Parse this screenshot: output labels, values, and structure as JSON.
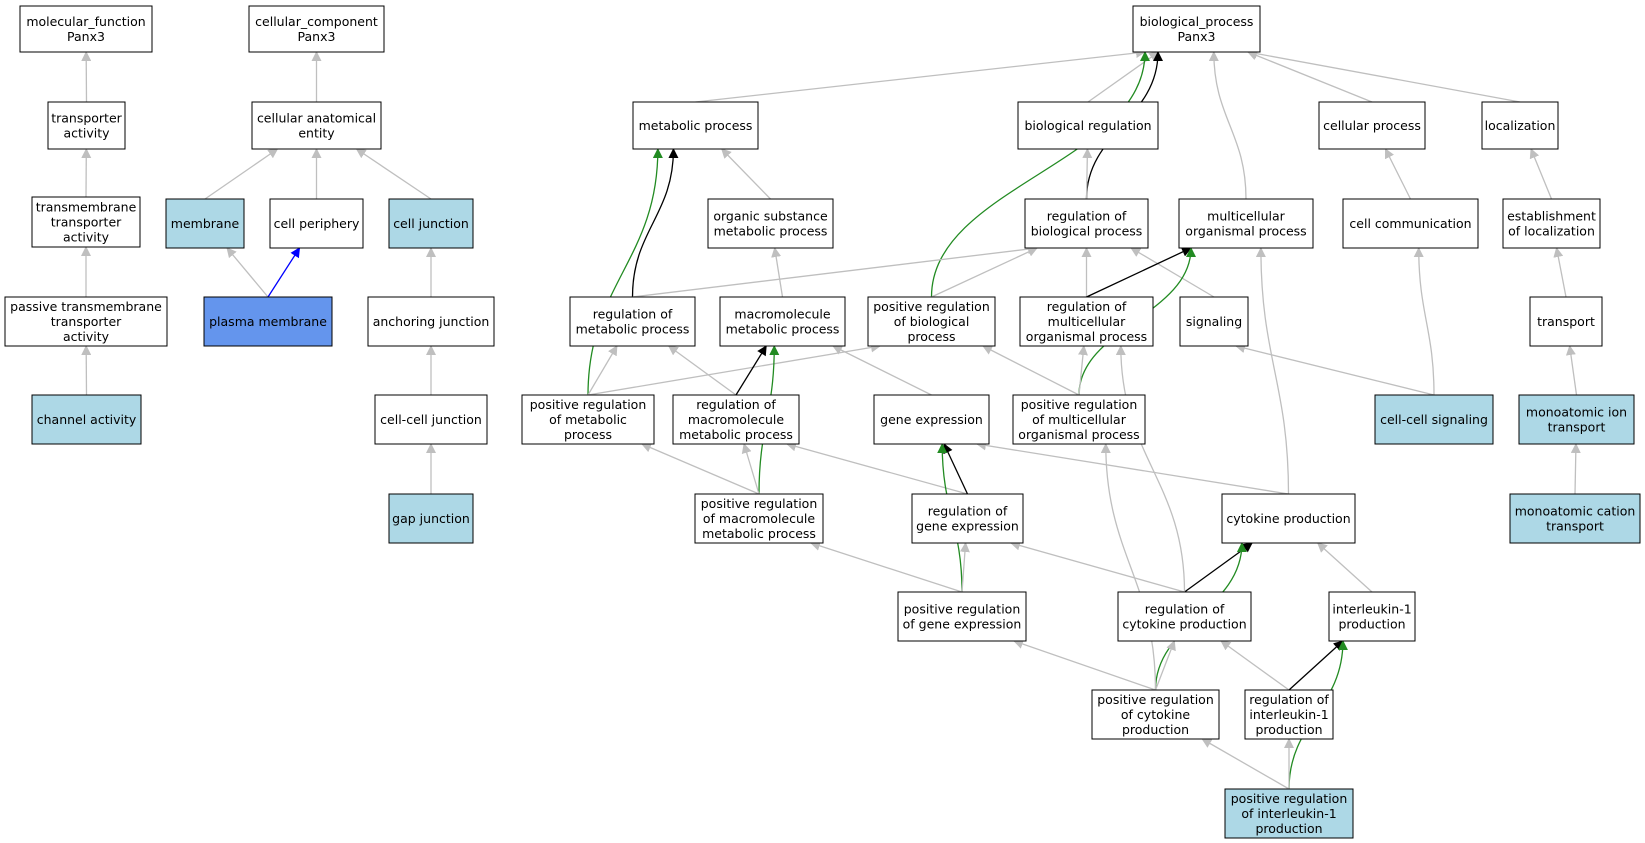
{
  "colors": {
    "default_fill": "#ffffff",
    "annotated_fill": "#add8e6",
    "selected_fill": "#6495ed",
    "is_a_edge": "#bfbfbf",
    "regulates_edge": "#000000",
    "positively_regulates_edge": "#228b22",
    "part_of_edge": "#0000ff"
  },
  "nodes": [
    {
      "id": "mf",
      "lines": [
        "molecular_function",
        "Panx3"
      ],
      "style": "default"
    },
    {
      "id": "cc",
      "lines": [
        "cellular_component",
        "Panx3"
      ],
      "style": "default"
    },
    {
      "id": "bp",
      "lines": [
        "biological_process",
        "Panx3"
      ],
      "style": "default"
    },
    {
      "id": "ta",
      "lines": [
        "transporter",
        "activity"
      ],
      "style": "default"
    },
    {
      "id": "cae",
      "lines": [
        "cellular anatomical",
        "entity"
      ],
      "style": "default"
    },
    {
      "id": "mp",
      "lines": [
        "metabolic process"
      ],
      "style": "default"
    },
    {
      "id": "br",
      "lines": [
        "biological regulation"
      ],
      "style": "default"
    },
    {
      "id": "cp",
      "lines": [
        "cellular process"
      ],
      "style": "default"
    },
    {
      "id": "loc",
      "lines": [
        "localization"
      ],
      "style": "default"
    },
    {
      "id": "tta",
      "lines": [
        "transmembrane",
        "transporter",
        "activity"
      ],
      "style": "default"
    },
    {
      "id": "mem",
      "lines": [
        "membrane"
      ],
      "style": "annotated"
    },
    {
      "id": "cper",
      "lines": [
        "cell periphery"
      ],
      "style": "default"
    },
    {
      "id": "cj",
      "lines": [
        "cell junction"
      ],
      "style": "annotated"
    },
    {
      "id": "osmp",
      "lines": [
        "organic substance",
        "metabolic process"
      ],
      "style": "default"
    },
    {
      "id": "rbp",
      "lines": [
        "regulation of",
        "biological process"
      ],
      "style": "default"
    },
    {
      "id": "mop",
      "lines": [
        "multicellular",
        "organismal process"
      ],
      "style": "default"
    },
    {
      "id": "cc2",
      "lines": [
        "cell communication"
      ],
      "style": "default"
    },
    {
      "id": "eol",
      "lines": [
        "establishment",
        "of localization"
      ],
      "style": "default"
    },
    {
      "id": "ptta",
      "lines": [
        "passive transmembrane",
        "transporter",
        "activity"
      ],
      "style": "default"
    },
    {
      "id": "pm",
      "lines": [
        "plasma membrane"
      ],
      "style": "selected"
    },
    {
      "id": "aj",
      "lines": [
        "anchoring junction"
      ],
      "style": "default"
    },
    {
      "id": "rmp",
      "lines": [
        "regulation of",
        "metabolic process"
      ],
      "style": "default"
    },
    {
      "id": "mmp",
      "lines": [
        "macromolecule",
        "metabolic process"
      ],
      "style": "default"
    },
    {
      "id": "prbp",
      "lines": [
        "positive regulation",
        "of biological",
        "process"
      ],
      "style": "default"
    },
    {
      "id": "rmop",
      "lines": [
        "regulation of",
        "multicellular",
        "organismal process"
      ],
      "style": "default"
    },
    {
      "id": "sig",
      "lines": [
        "signaling"
      ],
      "style": "default"
    },
    {
      "id": "tr",
      "lines": [
        "transport"
      ],
      "style": "default"
    },
    {
      "id": "ca",
      "lines": [
        "channel activity"
      ],
      "style": "annotated"
    },
    {
      "id": "ccj",
      "lines": [
        "cell-cell junction"
      ],
      "style": "default"
    },
    {
      "id": "prmp",
      "lines": [
        "positive regulation",
        "of metabolic",
        "process"
      ],
      "style": "default"
    },
    {
      "id": "rmmp",
      "lines": [
        "regulation of",
        "macromolecule",
        "metabolic process"
      ],
      "style": "default"
    },
    {
      "id": "ge",
      "lines": [
        "gene expression"
      ],
      "style": "default"
    },
    {
      "id": "prmop",
      "lines": [
        "positive regulation",
        "of multicellular",
        "organismal process"
      ],
      "style": "default"
    },
    {
      "id": "ccs",
      "lines": [
        "cell-cell signaling"
      ],
      "style": "annotated"
    },
    {
      "id": "mit",
      "lines": [
        "monoatomic ion",
        "transport"
      ],
      "style": "annotated"
    },
    {
      "id": "gj",
      "lines": [
        "gap junction"
      ],
      "style": "annotated"
    },
    {
      "id": "prmmp",
      "lines": [
        "positive regulation",
        "of macromolecule",
        "metabolic process"
      ],
      "style": "default"
    },
    {
      "id": "rge",
      "lines": [
        "regulation of",
        "gene expression"
      ],
      "style": "default"
    },
    {
      "id": "cyp",
      "lines": [
        "cytokine production"
      ],
      "style": "default"
    },
    {
      "id": "mct",
      "lines": [
        "monoatomic cation",
        "transport"
      ],
      "style": "annotated"
    },
    {
      "id": "prge",
      "lines": [
        "positive regulation",
        "of gene expression"
      ],
      "style": "default"
    },
    {
      "id": "rcp",
      "lines": [
        "regulation of",
        "cytokine production"
      ],
      "style": "default"
    },
    {
      "id": "il1",
      "lines": [
        "interleukin-1",
        "production"
      ],
      "style": "default"
    },
    {
      "id": "prcp",
      "lines": [
        "positive regulation",
        "of cytokine",
        "production"
      ],
      "style": "default"
    },
    {
      "id": "ril1",
      "lines": [
        "regulation of",
        "interleukin-1",
        "production"
      ],
      "style": "default"
    },
    {
      "id": "pril1",
      "lines": [
        "positive regulation",
        "of interleukin-1",
        "production"
      ],
      "style": "annotated"
    }
  ],
  "edges": [
    {
      "from": "ta",
      "to": "mf",
      "type": "is_a"
    },
    {
      "from": "tta",
      "to": "ta",
      "type": "is_a"
    },
    {
      "from": "ptta",
      "to": "tta",
      "type": "is_a"
    },
    {
      "from": "ca",
      "to": "ptta",
      "type": "is_a"
    },
    {
      "from": "cae",
      "to": "cc",
      "type": "is_a"
    },
    {
      "from": "mem",
      "to": "cae",
      "type": "is_a"
    },
    {
      "from": "cper",
      "to": "cae",
      "type": "is_a"
    },
    {
      "from": "cj",
      "to": "cae",
      "type": "is_a"
    },
    {
      "from": "pm",
      "to": "mem",
      "type": "is_a"
    },
    {
      "from": "pm",
      "to": "cper",
      "type": "part_of"
    },
    {
      "from": "aj",
      "to": "cj",
      "type": "is_a"
    },
    {
      "from": "ccj",
      "to": "aj",
      "type": "is_a"
    },
    {
      "from": "gj",
      "to": "ccj",
      "type": "is_a"
    },
    {
      "from": "mp",
      "to": "bp",
      "type": "is_a"
    },
    {
      "from": "br",
      "to": "bp",
      "type": "is_a"
    },
    {
      "from": "cp",
      "to": "bp",
      "type": "is_a"
    },
    {
      "from": "loc",
      "to": "bp",
      "type": "is_a"
    },
    {
      "from": "mop",
      "to": "bp",
      "type": "is_a"
    },
    {
      "from": "rbp",
      "to": "bp",
      "type": "regulates"
    },
    {
      "from": "prbp",
      "to": "bp",
      "type": "positively_regulates"
    },
    {
      "from": "rbp",
      "to": "br",
      "type": "is_a"
    },
    {
      "from": "osmp",
      "to": "mp",
      "type": "is_a"
    },
    {
      "from": "rmp",
      "to": "mp",
      "type": "regulates"
    },
    {
      "from": "prmp",
      "to": "mp",
      "type": "positively_regulates"
    },
    {
      "from": "mmp",
      "to": "osmp",
      "type": "is_a"
    },
    {
      "from": "cc2",
      "to": "cp",
      "type": "is_a"
    },
    {
      "from": "eol",
      "to": "loc",
      "type": "is_a"
    },
    {
      "from": "tr",
      "to": "eol",
      "type": "is_a"
    },
    {
      "from": "mit",
      "to": "tr",
      "type": "is_a"
    },
    {
      "from": "mct",
      "to": "mit",
      "type": "is_a"
    },
    {
      "from": "rmp",
      "to": "rbp",
      "type": "is_a"
    },
    {
      "from": "prbp",
      "to": "rbp",
      "type": "is_a"
    },
    {
      "from": "rmop",
      "to": "rbp",
      "type": "is_a"
    },
    {
      "from": "sig",
      "to": "rbp",
      "type": "is_a"
    },
    {
      "from": "rmop",
      "to": "mop",
      "type": "regulates"
    },
    {
      "from": "prmop",
      "to": "mop",
      "type": "positively_regulates"
    },
    {
      "from": "cyp",
      "to": "mop",
      "type": "is_a"
    },
    {
      "from": "ccs",
      "to": "cc2",
      "type": "is_a"
    },
    {
      "from": "ccs",
      "to": "sig",
      "type": "is_a"
    },
    {
      "from": "prmp",
      "to": "rmp",
      "type": "is_a"
    },
    {
      "from": "rmmp",
      "to": "rmp",
      "type": "is_a"
    },
    {
      "from": "prmp",
      "to": "prbp",
      "type": "is_a"
    },
    {
      "from": "rmmp",
      "to": "mmp",
      "type": "regulates"
    },
    {
      "from": "ge",
      "to": "mmp",
      "type": "is_a"
    },
    {
      "from": "prmmp",
      "to": "mmp",
      "type": "positively_regulates"
    },
    {
      "from": "prmop",
      "to": "prbp",
      "type": "is_a"
    },
    {
      "from": "prmop",
      "to": "rmop",
      "type": "is_a"
    },
    {
      "from": "prmmp",
      "to": "prmp",
      "type": "is_a"
    },
    {
      "from": "prmmp",
      "to": "rmmp",
      "type": "is_a"
    },
    {
      "from": "rge",
      "to": "rmmp",
      "type": "is_a"
    },
    {
      "from": "rge",
      "to": "ge",
      "type": "regulates"
    },
    {
      "from": "prge",
      "to": "ge",
      "type": "positively_regulates"
    },
    {
      "from": "cyp",
      "to": "ge",
      "type": "is_a"
    },
    {
      "from": "prge",
      "to": "prmmp",
      "type": "is_a"
    },
    {
      "from": "prge",
      "to": "rge",
      "type": "is_a"
    },
    {
      "from": "rcp",
      "to": "rge",
      "type": "is_a"
    },
    {
      "from": "rcp",
      "to": "cyp",
      "type": "regulates"
    },
    {
      "from": "prcp",
      "to": "cyp",
      "type": "positively_regulates"
    },
    {
      "from": "il1",
      "to": "cyp",
      "type": "is_a"
    },
    {
      "from": "rcp",
      "to": "rmop",
      "type": "is_a"
    },
    {
      "from": "prcp",
      "to": "prmop",
      "type": "is_a"
    },
    {
      "from": "prcp",
      "to": "prge",
      "type": "is_a"
    },
    {
      "from": "prcp",
      "to": "rcp",
      "type": "is_a"
    },
    {
      "from": "ril1",
      "to": "rcp",
      "type": "is_a"
    },
    {
      "from": "ril1",
      "to": "il1",
      "type": "regulates"
    },
    {
      "from": "pril1",
      "to": "il1",
      "type": "positively_regulates"
    },
    {
      "from": "pril1",
      "to": "prcp",
      "type": "is_a"
    },
    {
      "from": "pril1",
      "to": "ril1",
      "type": "is_a"
    }
  ]
}
